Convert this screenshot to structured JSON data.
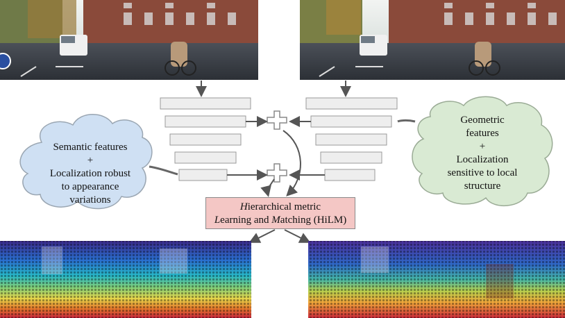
{
  "semantic_cloud": {
    "line1": "Semantic features",
    "line2": "+",
    "line3": "Localization robust",
    "line4": "to appearance",
    "line5": "variations"
  },
  "geometric_cloud": {
    "line1": "Geometric",
    "line2": "features",
    "line3": "+",
    "line4": "Localization",
    "line5": "sensitive to local",
    "line6": "structure"
  },
  "hilm": {
    "line1_em": "H",
    "line1_rest": "ierarchical metric",
    "line2_em1": "L",
    "line2_mid": "earning and ",
    "line2_em2": "M",
    "line2_rest": "atching (HiLM)"
  },
  "colors": {
    "semantic_cloud_fill": "#cfe0f3",
    "geometric_cloud_fill": "#d9ead3",
    "hilm_box_fill": "#f4c7c5",
    "feature_block_fill": "#eeeeee",
    "arrow": "#555555"
  }
}
